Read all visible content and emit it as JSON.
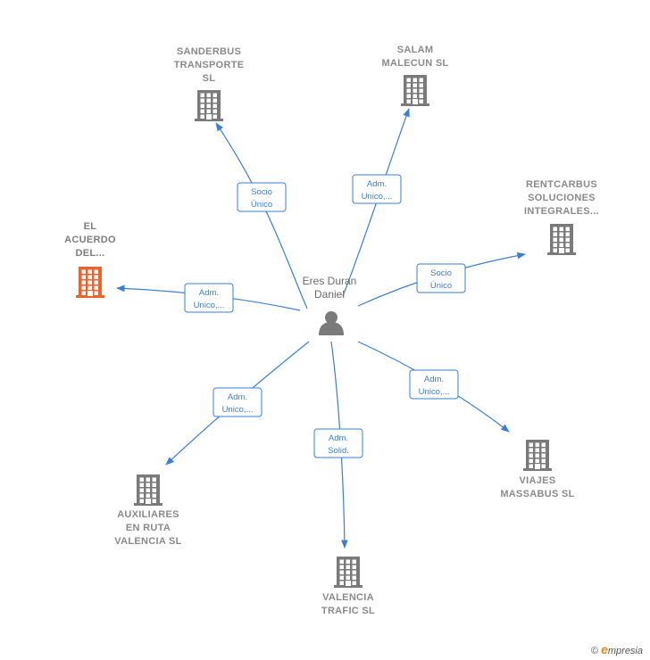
{
  "center": {
    "name_lines": [
      "Eres Duran",
      "Daniel"
    ],
    "icon": "person-icon"
  },
  "nodes": [
    {
      "id": "sanderbus",
      "lines": [
        "SANDERBUS",
        "TRANSPORTE",
        "SL"
      ],
      "icon": "building-icon",
      "color": "#7a7a7a"
    },
    {
      "id": "salam",
      "lines": [
        "SALAM",
        "MALECUN  SL"
      ],
      "icon": "building-icon",
      "color": "#7a7a7a"
    },
    {
      "id": "rentcarbus",
      "lines": [
        "RENTCARBUS",
        "SOLUCIONES",
        "INTEGRALES..."
      ],
      "icon": "building-icon",
      "color": "#7a7a7a"
    },
    {
      "id": "acuerdo",
      "lines": [
        "EL",
        "ACUERDO",
        "DEL..."
      ],
      "icon": "building-icon",
      "color": "#f0622d"
    },
    {
      "id": "viajes",
      "lines": [
        "VIAJES",
        "MASSABUS SL"
      ],
      "icon": "building-icon",
      "color": "#7a7a7a"
    },
    {
      "id": "valencia",
      "lines": [
        "VALENCIA",
        "TRAFIC  SL"
      ],
      "icon": "building-icon",
      "color": "#7a7a7a"
    },
    {
      "id": "auxiliares",
      "lines": [
        "AUXILIARES",
        "EN RUTA",
        "VALENCIA  SL"
      ],
      "icon": "building-icon",
      "color": "#7a7a7a"
    }
  ],
  "edges": [
    {
      "target": "sanderbus",
      "label_lines": [
        "Socio",
        "Único"
      ]
    },
    {
      "target": "salam",
      "label_lines": [
        "Adm.",
        "Unico,..."
      ]
    },
    {
      "target": "rentcarbus",
      "label_lines": [
        "Socio",
        "Único"
      ]
    },
    {
      "target": "acuerdo",
      "label_lines": [
        "Adm.",
        "Unico,..."
      ]
    },
    {
      "target": "viajes",
      "label_lines": [
        "Adm.",
        "Unico,..."
      ]
    },
    {
      "target": "valencia",
      "label_lines": [
        "Adm.",
        "Solid."
      ]
    },
    {
      "target": "auxiliares",
      "label_lines": [
        "Adm.",
        "Unico,..."
      ]
    }
  ],
  "footer": {
    "copyright": "©",
    "brand_initial": "e",
    "brand_rest": "mpresia"
  },
  "colors": {
    "edge": "#3a7fd0",
    "building": "#7a7a7a",
    "highlight": "#f0622d",
    "person": "#7a7a7a"
  }
}
